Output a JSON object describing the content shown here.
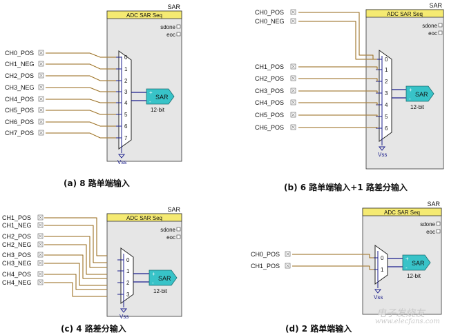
{
  "diagram": {
    "common": {
      "block_title": "ADC SAR Seq",
      "component_name": "SAR",
      "outputs": [
        "sdone",
        "eoc"
      ],
      "sar_label": "SAR",
      "resolution": "12-bit",
      "ground": "Vss",
      "plus_sign": "+",
      "minus_sign": "-"
    },
    "panels": [
      {
        "id": "a",
        "caption": "(a)   8 路单端输入",
        "inputs": [
          "CH0_POS",
          "CH1_NEG",
          "CH2_POS",
          "CH3_NEG",
          "CH4_POS",
          "CH5_POS",
          "CH6_POS",
          "CH7_POS"
        ],
        "mux_numbers": [
          "0",
          "1",
          "2",
          "3",
          "4",
          "5",
          "6",
          "7"
        ]
      },
      {
        "id": "b",
        "caption": "(b)  6 路单端输入+1 路差分输入",
        "inputs": [
          "CH0_POS",
          "CH0_NEG",
          "CH1_POS",
          "CH2_POS",
          "CH3_POS",
          "CH4_POS",
          "CH5_POS",
          "CH6_POS"
        ],
        "mux_numbers": [
          "0",
          "1",
          "2",
          "3",
          "4",
          "5",
          "6"
        ]
      },
      {
        "id": "c",
        "caption": "(c) 4 路差分输入",
        "inputs": [
          "CH1_POS",
          "CH1_NEG",
          "CH2_POS",
          "CH2_NEG",
          "CH3_POS",
          "CH3_NEG",
          "CH4_POS",
          "CH4_NEG"
        ],
        "mux_numbers": [
          "0",
          "1",
          "2",
          "3"
        ]
      },
      {
        "id": "d",
        "caption": "(d) 2 路单端输入",
        "inputs": [
          "CH0_POS",
          "CH1_POS"
        ],
        "mux_numbers": [
          "0",
          "1"
        ]
      }
    ],
    "watermark": "电子发烧友",
    "watermark_url": "www.elecfans.com"
  },
  "colors": {
    "block_fill": "#e6e6e6",
    "header_fill": "#f5ea72",
    "wire_orange": "#e9b455",
    "wire_dark": "#1e1e1e",
    "accent_blue": "#1b1e8c",
    "sar_fill": "#38c3c8"
  }
}
